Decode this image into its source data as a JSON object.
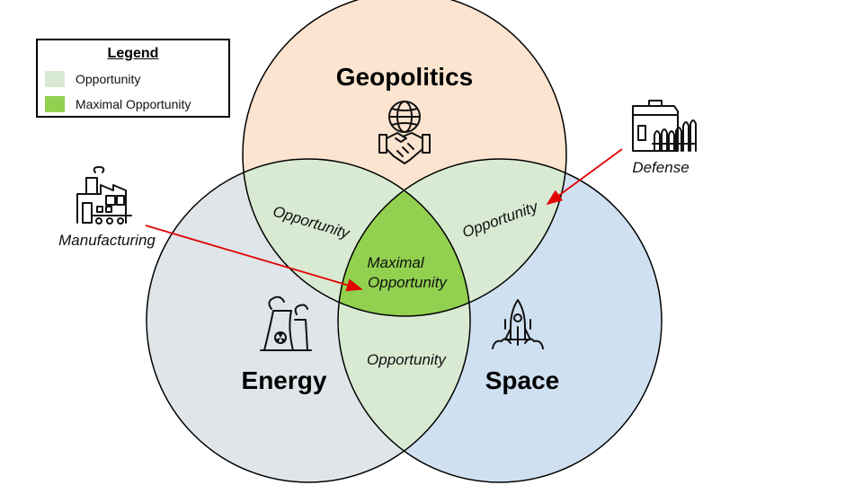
{
  "legend": {
    "title": "Legend",
    "items": [
      {
        "label": "Opportunity",
        "color": "#d9ead3"
      },
      {
        "label": "Maximal Opportunity",
        "color": "#92d050"
      }
    ]
  },
  "sets": {
    "geopolitics": {
      "label": "Geopolitics",
      "color": "#fce4d0",
      "icon": "handshake-globe-icon"
    },
    "energy": {
      "label": "Energy",
      "color": "#dfe5e8",
      "icon": "nuclear-plant-icon"
    },
    "space": {
      "label": "Space",
      "color": "#cfe0f1",
      "icon": "rocket-icon"
    }
  },
  "overlaps": {
    "geo_energy": "Opportunity",
    "geo_space": "Opportunity",
    "energy_space": "Opportunity",
    "all_line1": "Maximal",
    "all_line2": "Opportunity"
  },
  "external": {
    "manufacturing": {
      "label": "Manufacturing",
      "icon": "factory-icon",
      "points_to": "Maximal Opportunity"
    },
    "defense": {
      "label": "Defense",
      "icon": "ammunition-icon",
      "points_to": "Opportunity"
    }
  },
  "colors": {
    "opportunity": "#d9ead3",
    "maximal": "#92d050",
    "arrow": "#e00000",
    "outline": "#000000"
  }
}
